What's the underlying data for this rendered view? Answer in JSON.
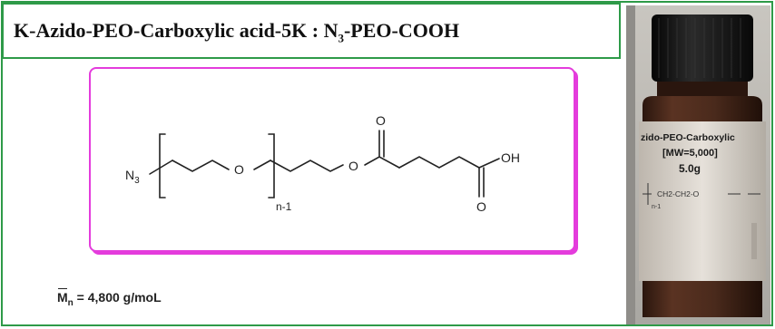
{
  "title": {
    "main": "K-Azido-PEO-Carboxylic acid-5K : N",
    "sub": "3",
    "tail": "-PEO-COOH"
  },
  "structure": {
    "left_group_main": "N",
    "left_group_sub": "3",
    "ether_o": "O",
    "repeat_subscript": "n-1",
    "ester_o": "O",
    "carbonyl_o_1": "O",
    "carbonyl_o_2": "O",
    "acid_oh": "OH"
  },
  "mw": {
    "symbol": "M",
    "sub": "n",
    "value": " = 4,800 g/moL"
  },
  "vial": {
    "label_line1": "zido-PEO-Carboxylic",
    "label_line2": "[MW=5,000]",
    "label_line3": "5.0g",
    "formula": "CH2-CH2-O",
    "formula_sub": "n-1"
  },
  "colors": {
    "green_border": "#2e9a48",
    "magenta_border": "#e43cdc",
    "vial_glass": "#4a2a1c",
    "vial_cap": "#151515"
  }
}
